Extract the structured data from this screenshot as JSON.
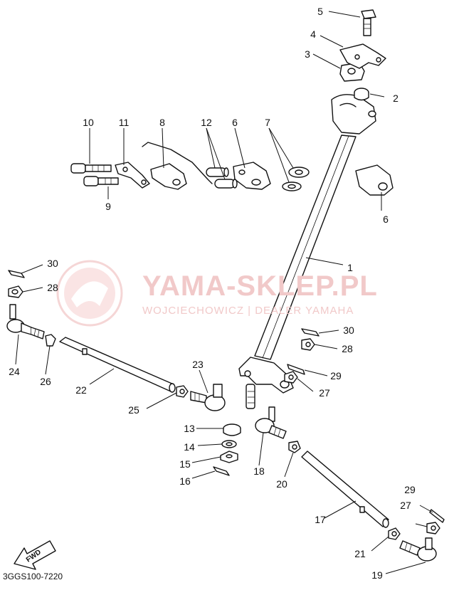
{
  "watermark": {
    "title": "YAMA-SKLEP.PL",
    "subtitle": "WOJCIECHOWICZ | DEALER YAMAHA"
  },
  "diagram_code": "3GGS100-7220",
  "fwd_label": "FWD",
  "callouts": {
    "c1": "1",
    "c2": "2",
    "c3": "3",
    "c4": "4",
    "c5": "5",
    "c6a": "6",
    "c6b": "6",
    "c7": "7",
    "c8": "8",
    "c9": "9",
    "c10": "10",
    "c11": "11",
    "c12": "12",
    "c13": "13",
    "c14": "14",
    "c15": "15",
    "c16": "16",
    "c17": "17",
    "c18": "18",
    "c19": "19",
    "c20": "20",
    "c21": "21",
    "c22": "22",
    "c23": "23",
    "c24": "24",
    "c25": "25",
    "c26": "26",
    "c27a": "27",
    "c27b": "27",
    "c28a": "28",
    "c28b": "28",
    "c29a": "29",
    "c29b": "29",
    "c30a": "30",
    "c30b": "30"
  }
}
